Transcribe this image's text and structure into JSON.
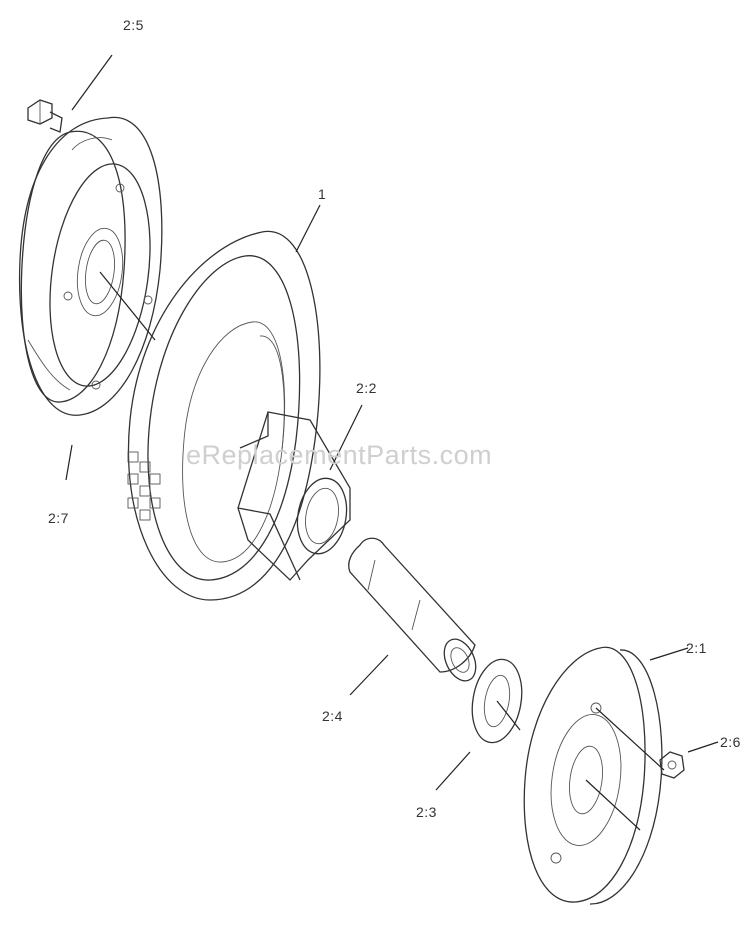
{
  "watermark": "eReplacementParts.com",
  "callouts": {
    "c_2_5": "2:5",
    "c_1": "1",
    "c_2_2": "2:2",
    "c_2_7": "2:7",
    "c_2_4": "2:4",
    "c_2_1": "2:1",
    "c_2_6": "2:6",
    "c_2_3": "2:3"
  }
}
